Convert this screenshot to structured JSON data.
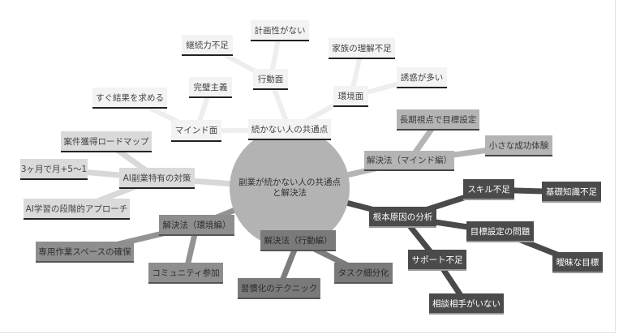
{
  "center": {
    "line1": "副業が続かない人の共通点",
    "line2": "と解決法"
  },
  "colors": {
    "light": "#eeeeee",
    "ai": "#d8d8d8",
    "mind": "#b5b5b5",
    "env": "#939393",
    "act": "#7d7d7d",
    "root": "#4a4a4a"
  },
  "nodes": [
    {
      "id": "common",
      "label": "続かない人の共通点",
      "parent": "center",
      "style": "light"
    },
    {
      "id": "action",
      "label": "行動面",
      "parent": "common",
      "style": "light"
    },
    {
      "id": "plan",
      "label": "計画性がない",
      "parent": "action",
      "style": "light"
    },
    {
      "id": "persist",
      "label": "継続力不足",
      "parent": "action",
      "style": "light"
    },
    {
      "id": "mind",
      "label": "マインド面",
      "parent": "common",
      "style": "light"
    },
    {
      "id": "perfect",
      "label": "完璧主義",
      "parent": "mind",
      "style": "light"
    },
    {
      "id": "quick",
      "label": "すぐ結果を求める",
      "parent": "mind",
      "style": "light"
    },
    {
      "id": "envf",
      "label": "環境面",
      "parent": "common",
      "style": "light"
    },
    {
      "id": "family",
      "label": "家族の理解不足",
      "parent": "envf",
      "style": "light"
    },
    {
      "id": "tempt",
      "label": "誘惑が多い",
      "parent": "envf",
      "style": "light"
    },
    {
      "id": "ai",
      "label": "AI副業特有の対策",
      "parent": "center",
      "style": "ai"
    },
    {
      "id": "roadmap",
      "label": "案件獲得ロードマップ",
      "parent": "ai",
      "style": "ai"
    },
    {
      "id": "month",
      "label": "3ヶ月で月+5〜1",
      "parent": "ai",
      "style": "ai"
    },
    {
      "id": "step",
      "label": "AI学習の段階的アプローチ",
      "parent": "ai",
      "style": "ai"
    },
    {
      "id": "solmind",
      "label": "解決法（マインド編）",
      "parent": "center",
      "style": "mind"
    },
    {
      "id": "longterm",
      "label": "長期視点で目標設定",
      "parent": "solmind",
      "style": "mind"
    },
    {
      "id": "small",
      "label": "小さな成功体験",
      "parent": "solmind",
      "style": "mind"
    },
    {
      "id": "solenv",
      "label": "解決法（環境編）",
      "parent": "center",
      "style": "env"
    },
    {
      "id": "space",
      "label": "専用作業スペースの確保",
      "parent": "solenv",
      "style": "env"
    },
    {
      "id": "community",
      "label": "コミュニティ参加",
      "parent": "solenv",
      "style": "env"
    },
    {
      "id": "solact",
      "label": "解決法（行動編）",
      "parent": "center",
      "style": "act"
    },
    {
      "id": "habit",
      "label": "習慣化のテクニック",
      "parent": "solact",
      "style": "act"
    },
    {
      "id": "task",
      "label": "タスク細分化",
      "parent": "solact",
      "style": "act"
    },
    {
      "id": "rootc",
      "label": "根本原因の分析",
      "parent": "center",
      "style": "root"
    },
    {
      "id": "skill",
      "label": "スキル不足",
      "parent": "rootc",
      "style": "root"
    },
    {
      "id": "basic",
      "label": "基礎知識不足",
      "parent": "skill",
      "style": "root"
    },
    {
      "id": "goal",
      "label": "目標設定の問題",
      "parent": "rootc",
      "style": "root"
    },
    {
      "id": "vague",
      "label": "曖昧な目標",
      "parent": "goal",
      "style": "root"
    },
    {
      "id": "support",
      "label": "サポート不足",
      "parent": "rootc",
      "style": "root"
    },
    {
      "id": "nobody",
      "label": "相談相手がいない",
      "parent": "support",
      "style": "root"
    }
  ]
}
